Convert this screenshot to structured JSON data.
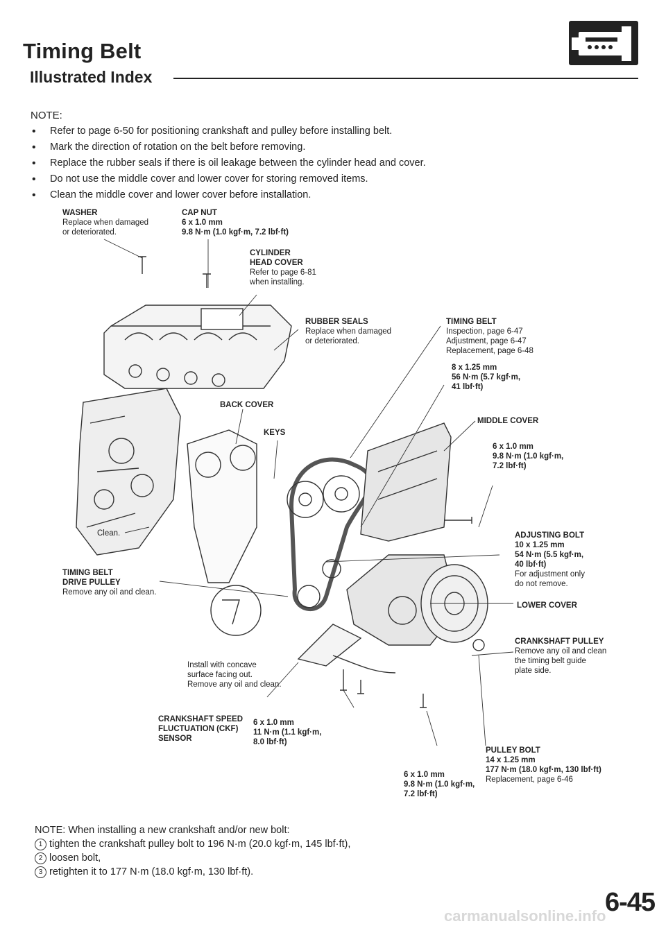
{
  "header": {
    "title": "Timing Belt",
    "subtitle": "Illustrated Index"
  },
  "notes": {
    "heading": "NOTE:",
    "items": [
      "Refer to page 6-50 for positioning crankshaft and pulley before installing belt.",
      "Mark the direction of rotation on the belt before removing.",
      "Replace the rubber seals if there is oil leakage between the cylinder head and cover.",
      "Do not use the middle cover and lower cover for storing removed items.",
      "Clean the middle cover and lower cover before installation."
    ]
  },
  "labels": {
    "washer": {
      "name": "WASHER",
      "l1": "Replace when damaged",
      "l2": "or deteriorated."
    },
    "cap_nut": {
      "name": "CAP NUT",
      "l1": "6 x 1.0 mm",
      "l2": "9.8 N·m (1.0 kgf·m, 7.2 lbf·ft)"
    },
    "cylinder_head_cover": {
      "l1": "CYLINDER",
      "l2": "HEAD COVER",
      "l3": "Refer to page 6-81",
      "l4": "when installing."
    },
    "rubber_seals": {
      "name": "RUBBER SEALS",
      "l1": "Replace when damaged",
      "l2": "or deteriorated."
    },
    "timing_belt": {
      "name": "TIMING BELT",
      "l1": "Inspection, page 6-47",
      "l2": "Adjustment, page 6-47",
      "l3": "Replacement, page 6-48"
    },
    "bolt_8": {
      "l1": "8 x 1.25 mm",
      "l2": "56 N·m (5.7 kgf·m,",
      "l3": "41 lbf·ft)"
    },
    "back_cover": {
      "name": "BACK COVER"
    },
    "keys": {
      "name": "KEYS"
    },
    "middle_cover": {
      "name": "MIDDLE COVER"
    },
    "bolt_6_middle": {
      "l1": "6 x 1.0 mm",
      "l2": "9.8 N·m (1.0 kgf·m,",
      "l3": "7.2 lbf·ft)"
    },
    "adjusting_bolt": {
      "name": "ADJUSTING BOLT",
      "l1": "10 x 1.25 mm",
      "l2": "54 N·m (5.5 kgf·m,",
      "l3": "40 lbf·ft)",
      "l4": "For adjustment only",
      "l5": "do not remove."
    },
    "clean": {
      "name": "Clean."
    },
    "drive_pulley": {
      "l1": "TIMING BELT",
      "l2": "DRIVE PULLEY",
      "l3": "Remove any oil and clean."
    },
    "lower_cover": {
      "name": "LOWER COVER"
    },
    "crank_pulley": {
      "name": "CRANKSHAFT PULLEY",
      "l1": "Remove any oil and clean",
      "l2": "the timing belt guide",
      "l3": "plate side."
    },
    "install_concave": {
      "l1": "Install with concave",
      "l2": "surface facing out.",
      "l3": "Remove any oil and clean."
    },
    "ckf_sensor": {
      "l1": "CRANKSHAFT SPEED",
      "l2": "FLUCTUATION (CKF)",
      "l3": "SENSOR"
    },
    "bolt_6_sensor": {
      "l1": "6 x 1.0 mm",
      "l2": "11 N·m (1.1 kgf·m,",
      "l3": "8.0 lbf·ft)"
    },
    "pulley_bolt": {
      "name": "PULLEY BOLT",
      "l1": "14 x 1.25 mm",
      "l2": "177 N·m (18.0 kgf·m, 130 lbf·ft)",
      "l3": "Replacement, page 6-46"
    },
    "bolt_6_lower": {
      "l1": "6 x 1.0 mm",
      "l2": "9.8 N·m (1.0 kgf·m,",
      "l3": "7.2 lbf·ft)"
    }
  },
  "bottom_note": {
    "l0": "NOTE: When installing a new crankshaft and/or new bolt:",
    "n1": "1",
    "l1": "tighten the crankshaft pulley bolt to 196 N·m (20.0 kgf·m, 145 lbf·ft),",
    "n2": "2",
    "l2": "loosen bolt,",
    "n3": "3",
    "l3": "retighten it to 177 N·m (18.0 kgf·m, 130 lbf·ft)."
  },
  "page_number": "6-45",
  "watermark": "carmanualsonline.info",
  "icons": {
    "section_icon": "engine-icon"
  }
}
